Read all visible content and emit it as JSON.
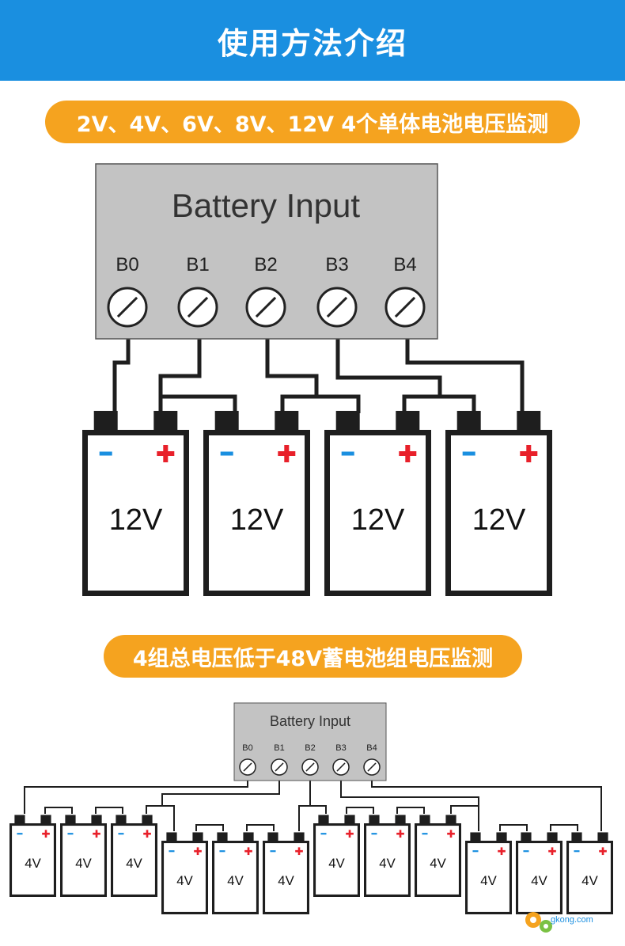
{
  "header": {
    "title": "使用方法介绍"
  },
  "section1": {
    "label": "2V、4V、6V、8V、12V 4个单体电池电压监测",
    "box_title": "Battery Input",
    "terminals": [
      "B0",
      "B1",
      "B2",
      "B3",
      "B4"
    ],
    "battery_voltage": "12V",
    "battery_count": 4
  },
  "section2": {
    "label": "4组总电压低于48V蓄电池组电压监测",
    "box_title": "Battery Input",
    "terminals": [
      "B0",
      "B1",
      "B2",
      "B3",
      "B4"
    ],
    "battery_voltage": "4V",
    "battery_count": 12
  },
  "watermark": {
    "text": "gkong.com"
  },
  "colors": {
    "header": "#1a8fe0",
    "pill": "#f5a31f",
    "minus": "#1a8fe0",
    "plus": "#e8202a",
    "box": "#c3c3c3"
  }
}
